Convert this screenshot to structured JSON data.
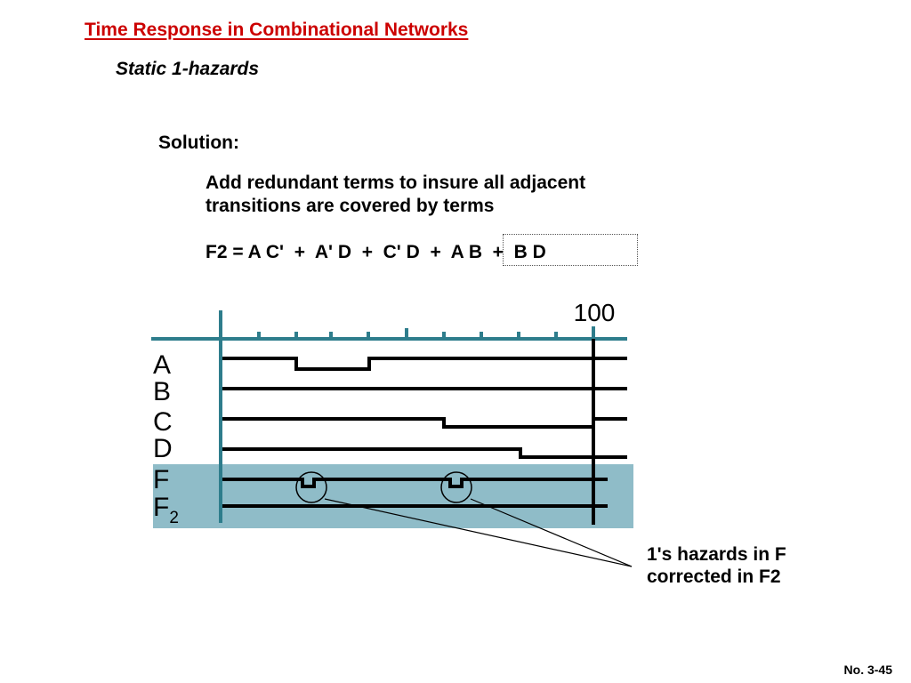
{
  "slide": {
    "title": "Time Response in Combinational Networks",
    "subtitle": "Static 1-hazards",
    "solution_label": "Solution:",
    "solution_text": [
      "Add redundant terms to insure all adjacent",
      "transitions are covered by terms"
    ],
    "equation": "F2 = A C'  +  A' D  +  C' D  +  A B  +  B D",
    "callout": [
      "1's hazards in F",
      "corrected in F2"
    ],
    "slide_number": "No. 3-45"
  },
  "timing": {
    "time_marker": "100",
    "signals": [
      {
        "label": "A",
        "sub": ""
      },
      {
        "label": "B",
        "sub": ""
      },
      {
        "label": "C",
        "sub": ""
      },
      {
        "label": "D",
        "sub": ""
      },
      {
        "label": "F",
        "sub": ""
      },
      {
        "label": "F",
        "sub": "2"
      }
    ],
    "colors": {
      "axis": "#2e7d8c",
      "highlight": "#8fbcc8",
      "trace": "#000000",
      "title": "#cc0000"
    }
  }
}
